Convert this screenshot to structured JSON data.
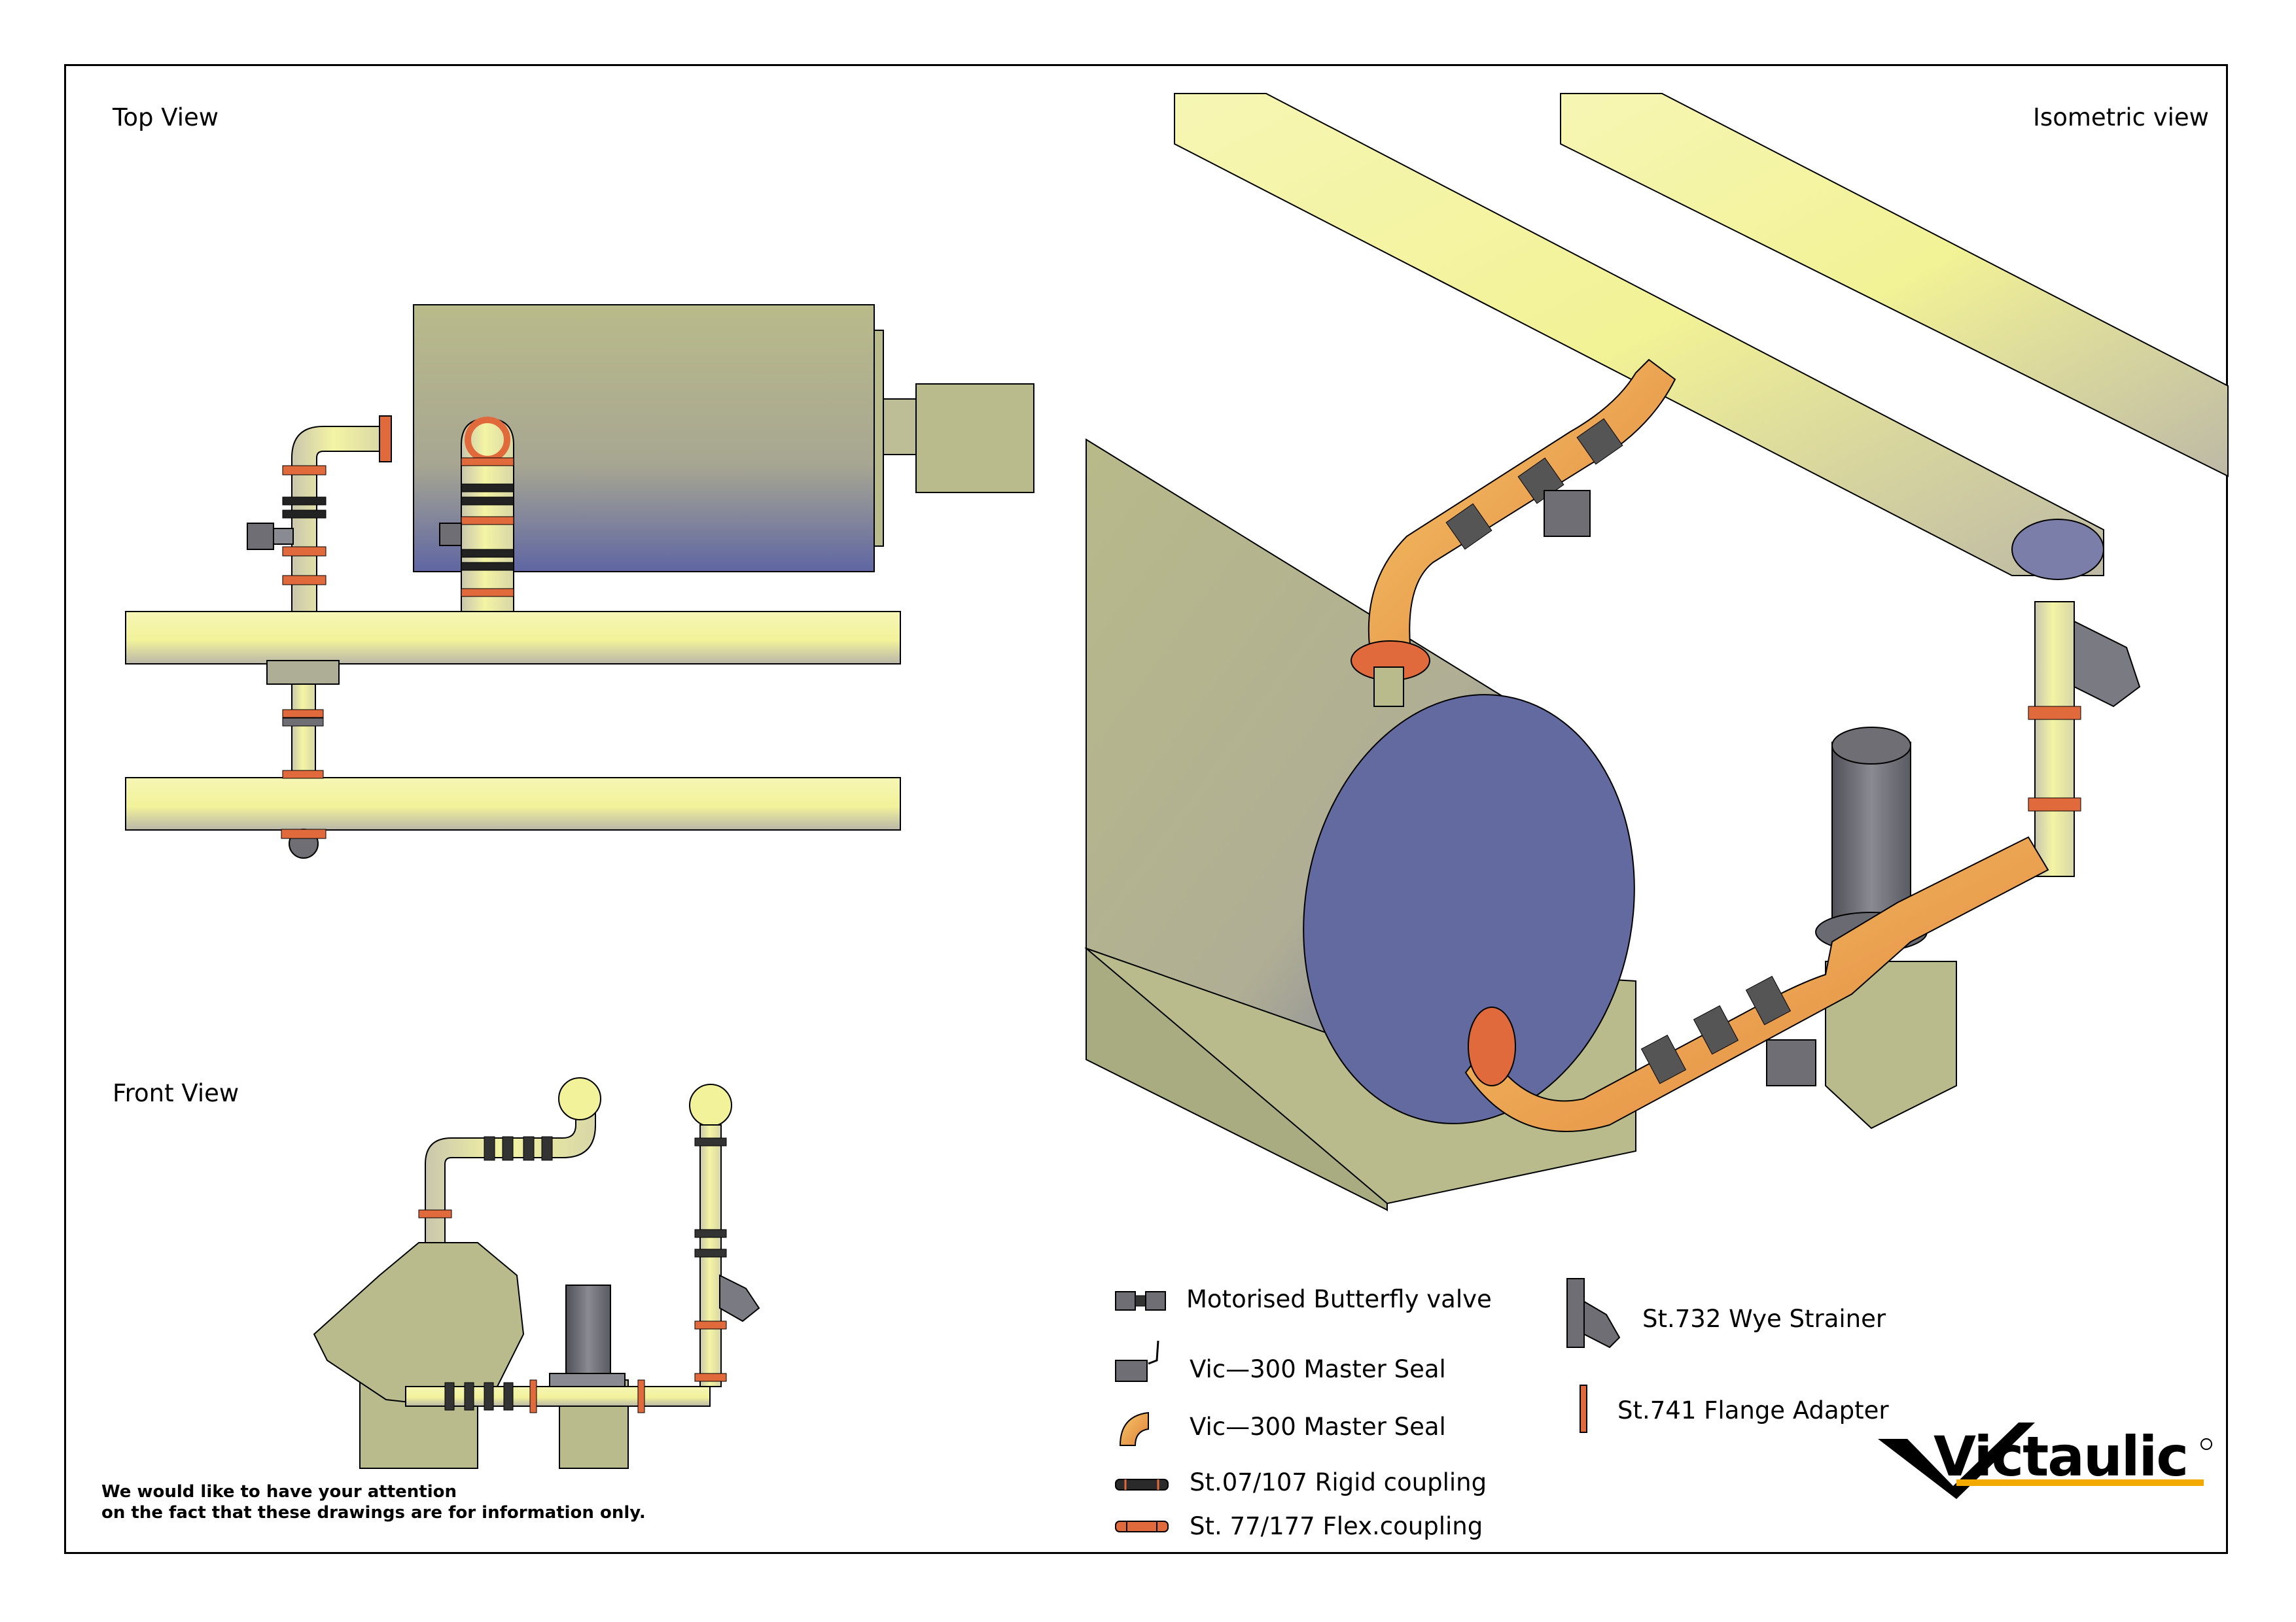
{
  "views": {
    "top": "Top  View",
    "front": "Front  View",
    "iso": "Isometric  view"
  },
  "legend": [
    {
      "icon": "butterfly-valve-icon",
      "label": "Motorised  Butterfly  valve"
    },
    {
      "icon": "master-seal-valve-icon",
      "label": "Vic—300  Master  Seal"
    },
    {
      "icon": "master-seal-elbow-icon",
      "label": "Vic—300  Master  Seal"
    },
    {
      "icon": "rigid-coupling-icon",
      "label": "St.07/107  Rigid  coupling"
    },
    {
      "icon": "flex-coupling-icon",
      "label": "St.  77/177  Flex.coupling"
    },
    {
      "icon": "wye-strainer-icon",
      "label": "St.732  Wye  Strainer"
    },
    {
      "icon": "flange-adapter-icon",
      "label": "St.741  Flange  Adapter"
    }
  ],
  "note": {
    "line1": "We would like to have your attention",
    "line2": "on the fact that these drawings are for information only."
  },
  "brand": {
    "name": "Victaulic",
    "accent": "#f2a900"
  },
  "colors": {
    "pipe": "#f4f4a6",
    "tank": "#b9bb8c",
    "tank_end": "#626aa0",
    "coupling": "#e06a3c",
    "valve": "#6e6e74"
  }
}
